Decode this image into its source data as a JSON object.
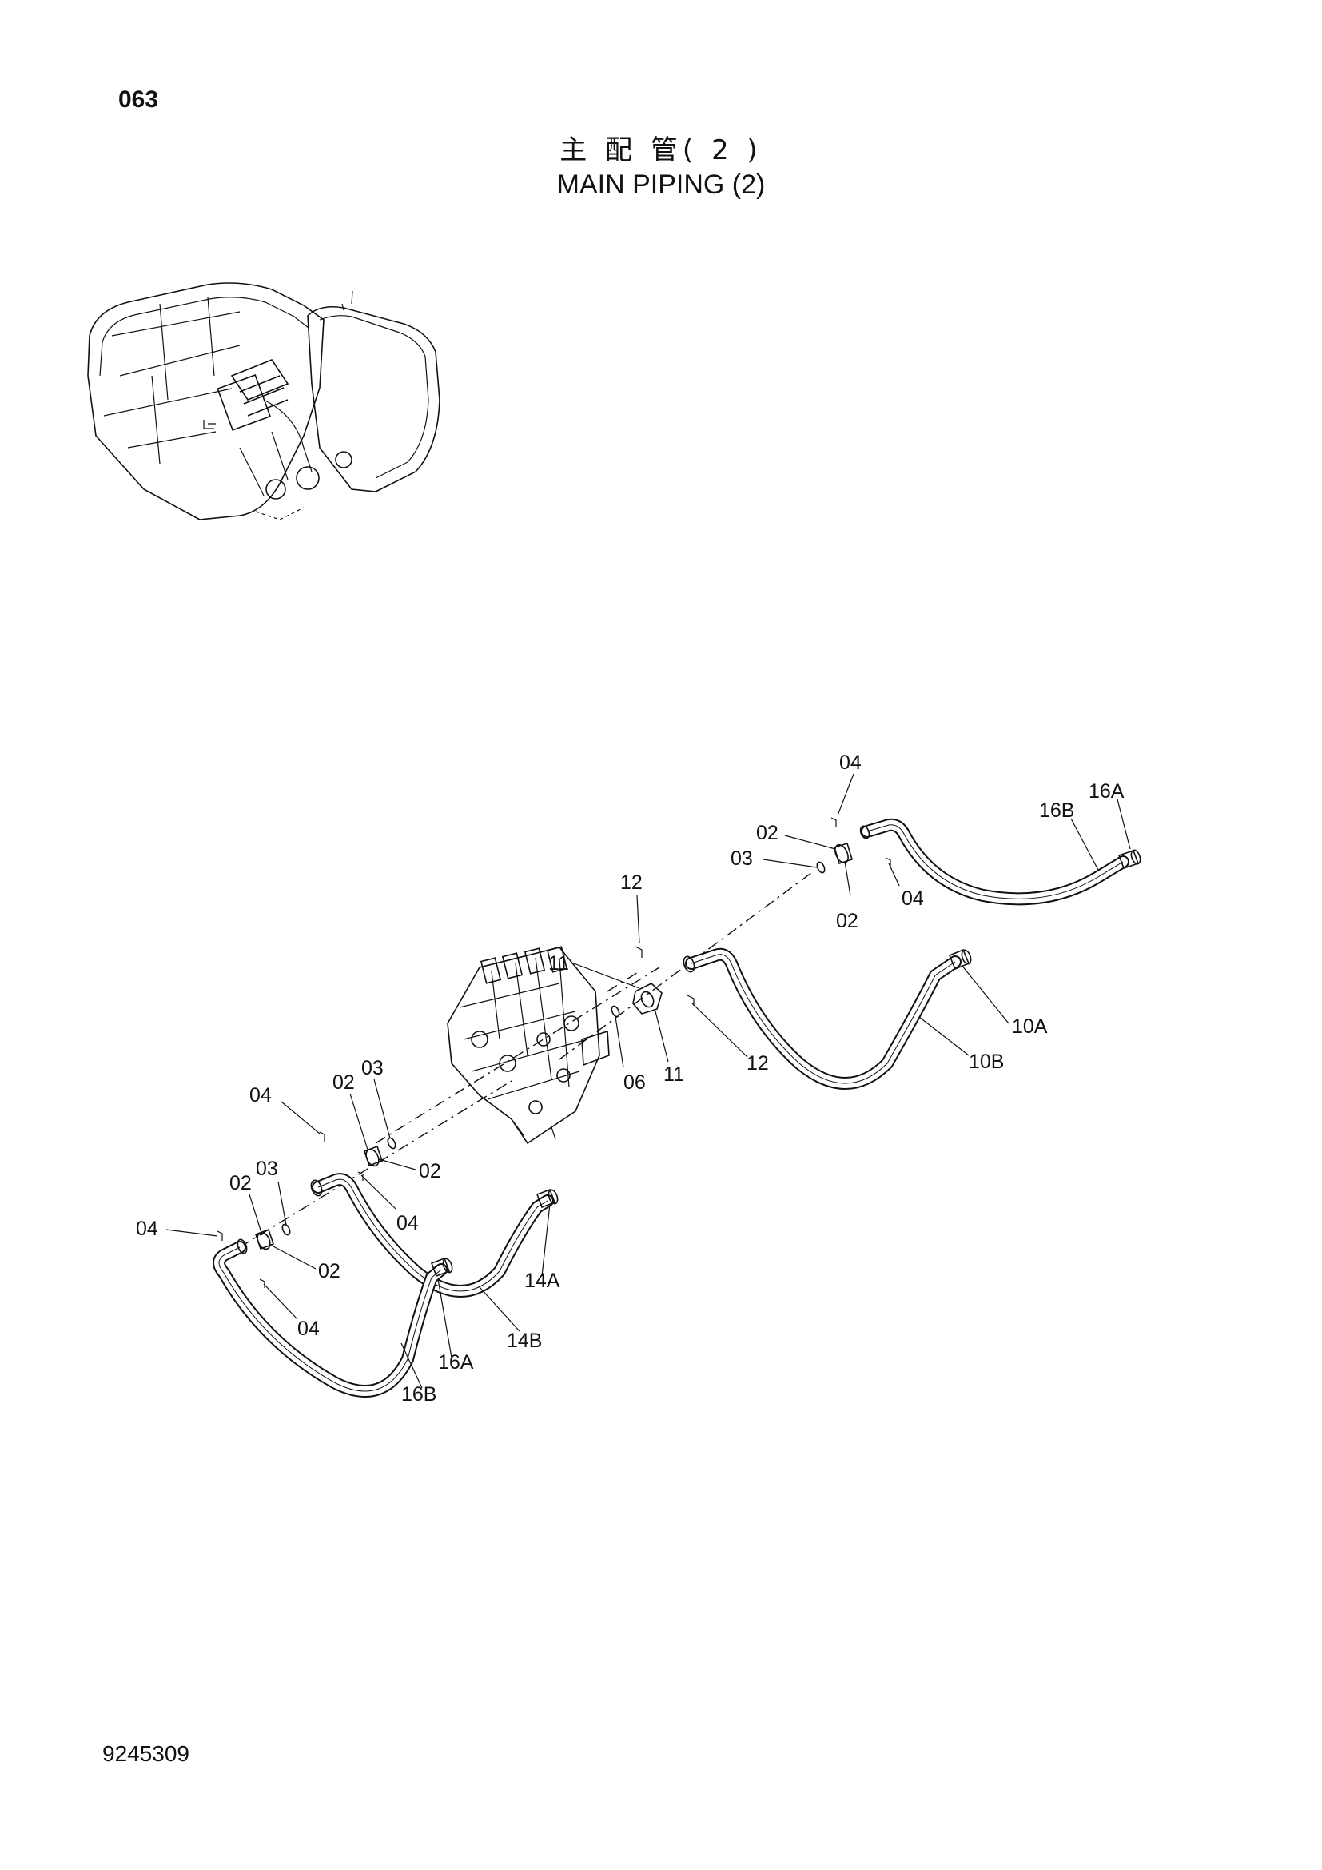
{
  "page": {
    "number": "063",
    "title_jp": "主 配 管( 2 )",
    "title_en": "MAIN PIPING (2)",
    "document_number": "9245309"
  },
  "callouts": {
    "c04_top": "04",
    "c16A_tr": "16A",
    "c16B_tr": "16B",
    "c02_a": "02",
    "c03_a": "03",
    "c04_r": "04",
    "c02_b": "02",
    "c12_top": "12",
    "c11_l": "11",
    "c06": "06",
    "c11_r": "11",
    "c12_r": "12",
    "c10A": "10A",
    "c10B": "10B",
    "c04_ml": "04",
    "c02_ml": "02",
    "c03_ml": "03",
    "c02_mr": "02",
    "c04_mb": "04",
    "c02_ll": "02",
    "c03_ll": "03",
    "c04_ll": "04",
    "c02_lr": "02",
    "c04_lb": "04",
    "c14A": "14A",
    "c14B": "14B",
    "c16A_b": "16A",
    "c16B_b": "16B"
  }
}
